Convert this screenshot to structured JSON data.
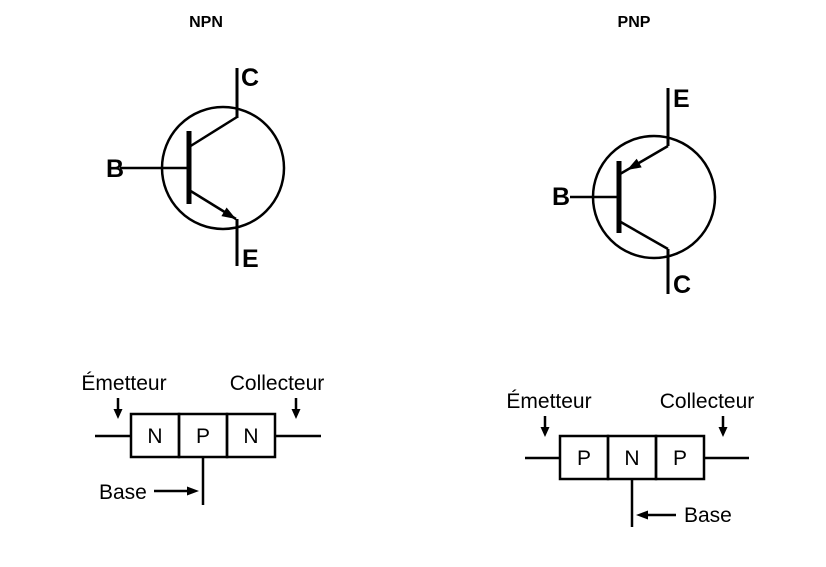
{
  "page": {
    "background": "#ffffff"
  },
  "colors": {
    "ink": "#000000"
  },
  "npn": {
    "title": "NPN",
    "symbol": {
      "collector": "C",
      "base": "B",
      "emitter": "E"
    },
    "block": {
      "emitter": "Émetteur",
      "collector": "Collecteur",
      "base": "Base",
      "boxes": [
        "N",
        "P",
        "N"
      ]
    }
  },
  "pnp": {
    "title": "PNP",
    "symbol": {
      "emitter": "E",
      "base": "B",
      "collector": "C"
    },
    "block": {
      "emitter": "Émetteur",
      "collector": "Collecteur",
      "base": "Base",
      "boxes": [
        "P",
        "N",
        "P"
      ]
    }
  }
}
